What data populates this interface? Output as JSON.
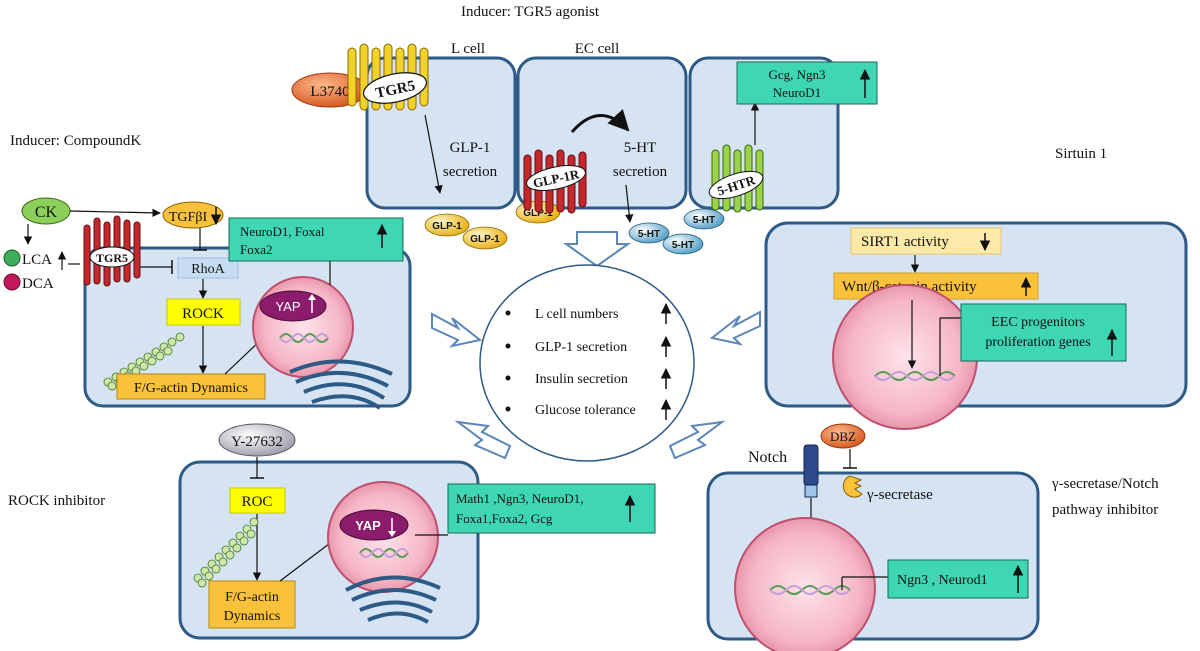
{
  "top": {
    "title": "Inducer: TGR5 agonist",
    "l_cell_label": "L cell",
    "ec_cell_label": "EC cell",
    "agonist": "L3740",
    "receptor": "TGR5",
    "glp1_secretion": [
      "GLP-1",
      "secretion"
    ],
    "ht_secretion": [
      "5-HT",
      "secretion"
    ],
    "glp1r": "GLP-1R",
    "htr": "5-HTR",
    "genes": [
      "Gcg, Ngn3",
      "NeuroD1"
    ],
    "glp1_particle": "GLP-1",
    "ht_particle": "5-HT"
  },
  "left_top": {
    "title": "Inducer: CompoundK",
    "ck": "CK",
    "lca": "LCA",
    "dca": "DCA",
    "tgr5": "TGR5",
    "tgfb": "TGFβI",
    "rhoa": "RhoA",
    "rock": "ROCK",
    "yap": "YAP",
    "genes": [
      "NeuroD1, Foxal",
      "Foxa2"
    ],
    "actin": "F/G-actin Dynamics"
  },
  "right_top": {
    "title": "Sirtuin 1",
    "sirt1": "SIRT1 activity",
    "wnt": "Wnt/β-catenin activity",
    "genes": [
      "EEC progenitors",
      "proliferation genes"
    ]
  },
  "left_bottom": {
    "title": "ROCK inhibitor",
    "inhibitor": "Y-27632",
    "roc": "ROC",
    "yap": "YAP",
    "genes": [
      "Math1 ,Ngn3, NeuroD1,",
      "Foxa1,Foxa2, Gcg"
    ],
    "actin": [
      "F/G-actin",
      "Dynamics"
    ]
  },
  "right_bottom": {
    "title": [
      "γ-secretase/Notch",
      "pathway inhibitor"
    ],
    "notch": "Notch",
    "dbz": "DBZ",
    "gsec": "γ-secretase",
    "genes": "Ngn3 , Neurod1"
  },
  "center": {
    "items": [
      "L cell numbers",
      "GLP-1 secretion",
      "Insulin secretion",
      "Glucose tolerance"
    ]
  },
  "colors": {
    "cell_fill": "#d5e3f3",
    "cell_border": "#2e5a86",
    "teal_box": "#3ed6b3",
    "yellow": "#ffff00",
    "orange": "#f9c23a",
    "nucleus": "#f4a8b8",
    "yap": "#8b1b6b",
    "receptor_red": "#c2282c",
    "receptor_yellow": "#f2d22a",
    "receptor_green": "#9bd34a",
    "l3740": "#e76b26",
    "particle_blue": "#5aa2c8"
  }
}
